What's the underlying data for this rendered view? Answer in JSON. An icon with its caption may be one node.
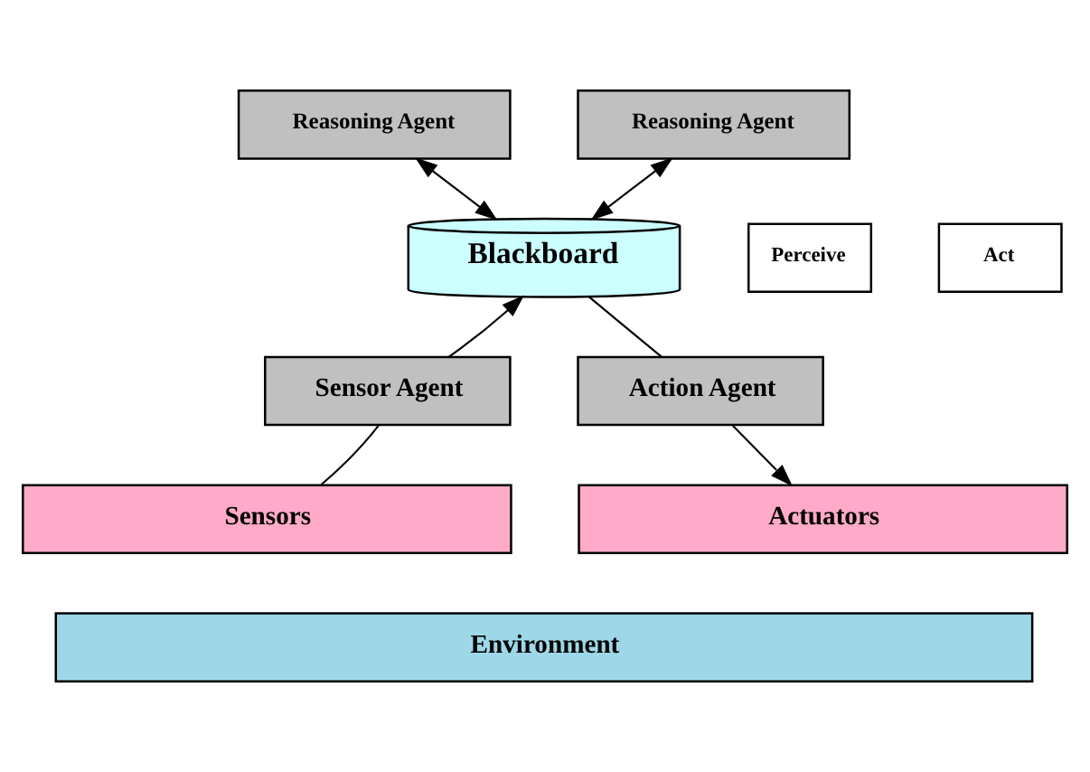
{
  "diagram": {
    "nodes": [
      {
        "text": [
          "Reasoning Agent"
        ]
      },
      {
        "text": [
          "Reasoning Agent"
        ]
      },
      {
        "text": [
          "Blackboard"
        ]
      },
      {
        "text": [
          "Perceive"
        ]
      },
      {
        "text": [
          "Act"
        ]
      },
      {
        "text": [
          "Sensor Agent"
        ]
      },
      {
        "text": [
          "Action Agent"
        ]
      },
      {
        "text": [
          "Sensors"
        ]
      },
      {
        "text": [
          "Actuators"
        ]
      },
      {
        "text": [
          "Environment"
        ]
      }
    ],
    "edges": [
      {
        "from": 0,
        "to": 2,
        "arrow": "both"
      },
      {
        "from": 1,
        "to": 2,
        "arrow": "both"
      },
      {
        "from": 5,
        "to": 2,
        "arrow": "to"
      },
      {
        "from": 2,
        "to": 6,
        "arrow": "none"
      },
      {
        "from": 6,
        "to": 8,
        "arrow": "to"
      },
      {
        "from": 7,
        "to": 5,
        "arrow": "none"
      }
    ]
  }
}
